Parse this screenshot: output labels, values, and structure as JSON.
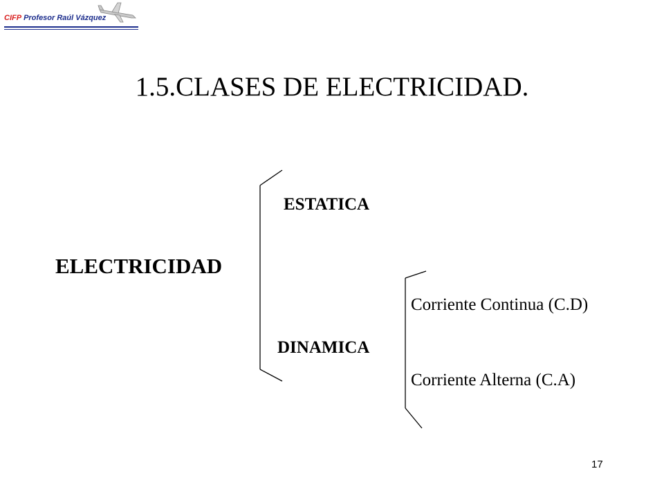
{
  "header": {
    "logo_cifp": "CIFP",
    "logo_professor": "Profesor Raúl Vázquez",
    "icon": "airplane-icon",
    "colors": {
      "cifp": "#d92020",
      "professor": "#1b2c8c"
    }
  },
  "slide": {
    "title": "1.5.CLASES DE ELECTRICIDAD.",
    "tree": {
      "root": "ELECTRICIDAD",
      "branch_static": "ESTATICA",
      "branch_dynamic": "DINAMICA",
      "dynamic_children": [
        "Corriente Continua (C.D)",
        "Corriente Alterna (C.A)"
      ]
    },
    "page_number": "17"
  }
}
